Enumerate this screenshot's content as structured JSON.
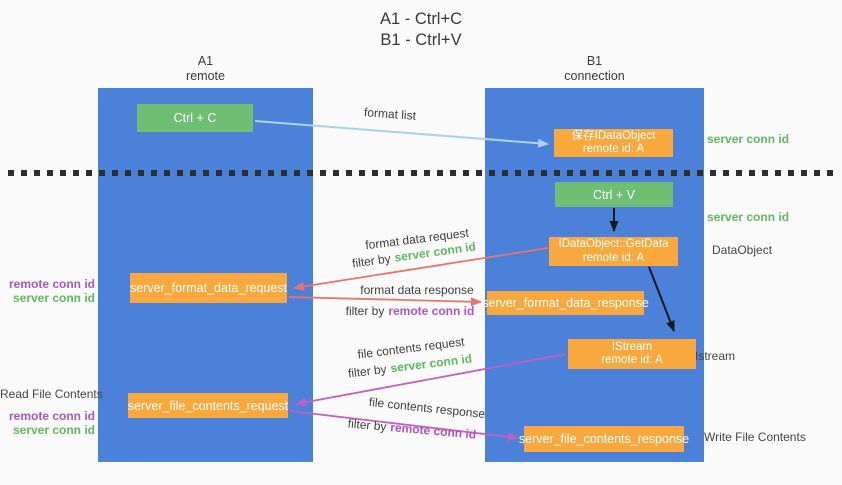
{
  "title": {
    "line1": "A1 - Ctrl+C",
    "line2": "B1 - Ctrl+V"
  },
  "columns": {
    "a1": {
      "name": "A1",
      "subtitle": "remote"
    },
    "b1": {
      "name": "B1",
      "subtitle": "connection"
    }
  },
  "nodes": {
    "ctrl_c": {
      "label": "Ctrl + C"
    },
    "save_idataobject": {
      "line1": "保存IDataObject",
      "line2": "remote id: A"
    },
    "ctrl_v": {
      "label": "Ctrl + V"
    },
    "getdata": {
      "line1": "IDataObject::GetData",
      "line2": "remote id: A"
    },
    "format_request": {
      "label": "server_format_data_request"
    },
    "format_response": {
      "label": "server_format_data_response"
    },
    "istream": {
      "line1": "IStream",
      "line2": "remote id: A"
    },
    "file_request": {
      "label": "server_file_contents_request"
    },
    "file_response": {
      "label": "server_file_contents_response"
    }
  },
  "edge_labels": {
    "format_list": "format list",
    "format_data_request": "format data request",
    "format_data_response": "format data response",
    "file_contents_request": "file contents request",
    "file_contents_response": "file contents response",
    "filter_by": "filter by",
    "server_conn_id": "server conn id",
    "remote_conn_id": "remote conn id"
  },
  "side_labels": {
    "server_conn_id_top": "server conn id",
    "server_conn_id_mid": "server conn id",
    "dataobject": "DataObject",
    "istream": "Istream",
    "write_file_contents": "Write File Contents",
    "read_file_contents": "Read File Contents",
    "left_remote_conn_id_1": "remote conn id",
    "left_server_conn_id_1": "server conn id",
    "left_remote_conn_id_2": "remote conn id",
    "left_server_conn_id_2": "server conn id"
  },
  "colors": {
    "column_blue": "#4b81d8",
    "node_orange": "#f8a83c",
    "node_green": "#6ebe73",
    "arrow_light_blue": "#aad2f0",
    "arrow_salmon": "#eb736e",
    "arrow_magenta": "#c35fbe",
    "arrow_black": "#1a1a1a",
    "separator_black": "#2e2e2e",
    "text_green": "#5fb95f",
    "text_purple": "#aa55c8",
    "background": "#fafafa"
  }
}
